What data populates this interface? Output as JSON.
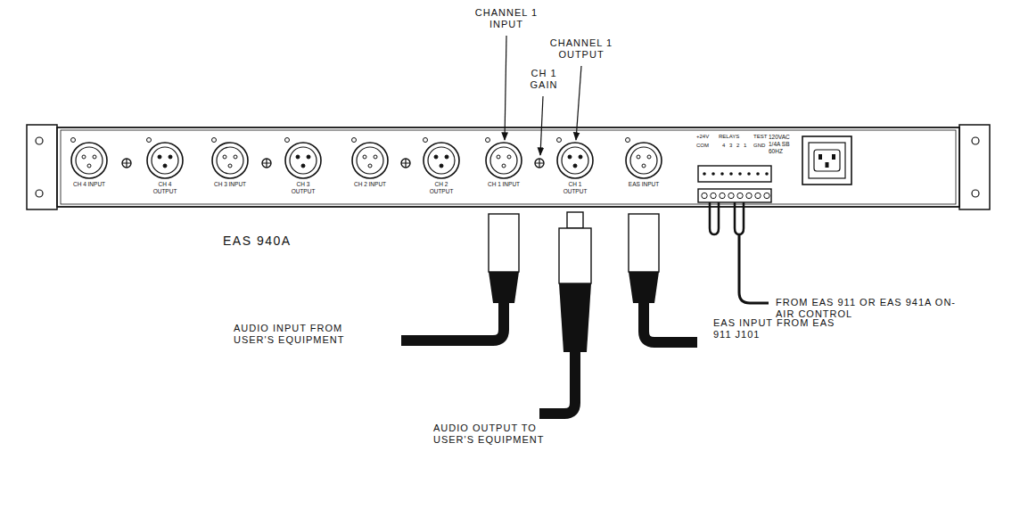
{
  "diagram": {
    "labels": [
      "CHANNEL 1 INPUT",
      "CHANNEL 1 OUTPUT",
      "CH 1 GAIN",
      "CH 4 INPUT",
      "CH 4 OUTPUT",
      "CH 3 INPUT",
      "CH 3 OUTPUT",
      "CH 2 INPUT",
      "CH 2 OUTPUT",
      "CH 1 INPUT",
      "CH 1 OUTPUT",
      "EAS INPUT",
      "+24V",
      "COM",
      "RELAYS",
      "4",
      "3",
      "2",
      "1",
      "TEST",
      "GND",
      "120VAC",
      "1/4A SB",
      "60HZ",
      "EAS 940A",
      "AUDIO INPUT FROM USER'S EQUIPMENT",
      "AUDIO OUTPUT TO USER'S EQUIPMENT",
      "EAS INPUT FROM EAS 911 J101",
      "FROM EAS 911 OR EAS 941A ON-AIR CONTROL"
    ]
  }
}
